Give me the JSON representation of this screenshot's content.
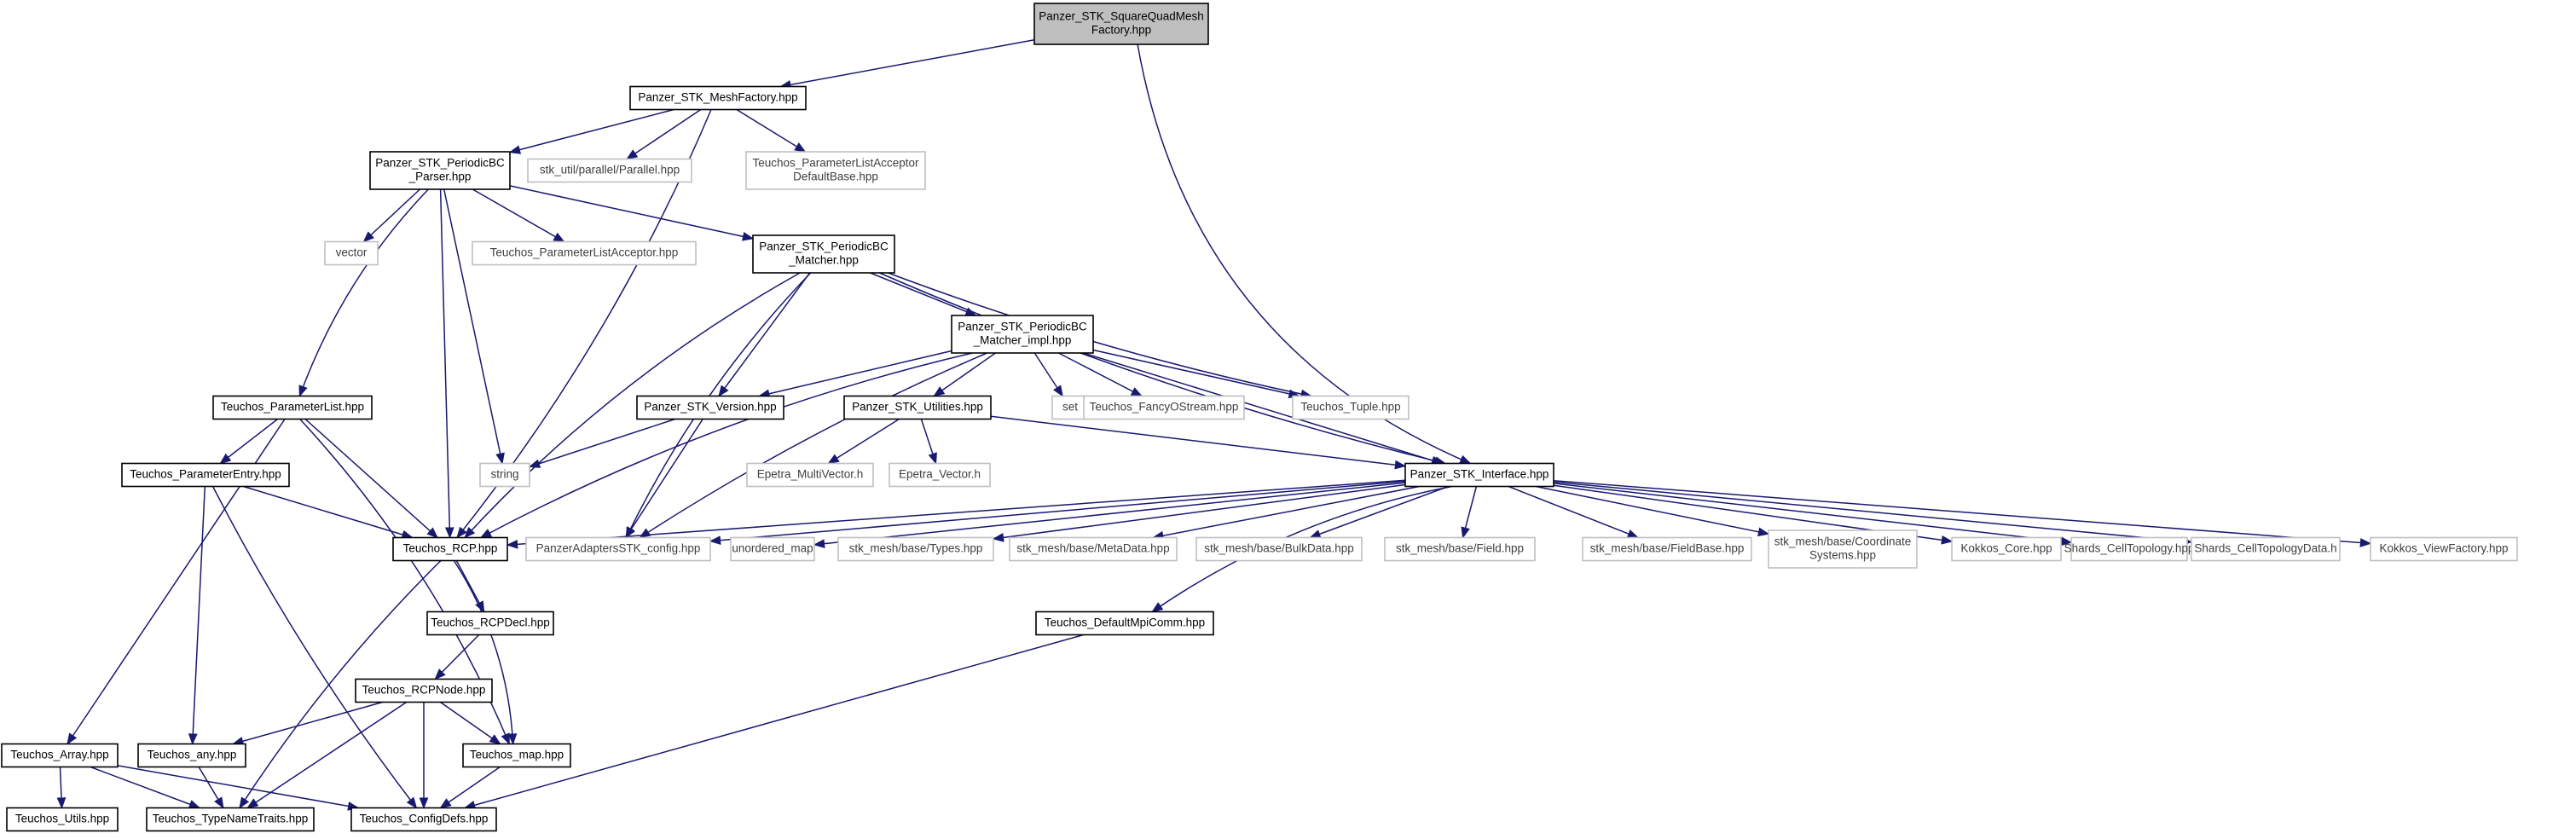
{
  "colors": {
    "edge": "#191970",
    "node_border_dark": "#000000",
    "node_border_light": "#bfbfbf",
    "root_fill": "#bfbfbf",
    "text_dark": "#000000",
    "text_light": "#404040",
    "background": "#ffffff"
  },
  "nodes": [
    {
      "id": "root",
      "lines": [
        "Panzer_STK_SquareQuadMesh",
        "Factory.hpp"
      ],
      "style": "root"
    },
    {
      "id": "meshfactory",
      "lines": [
        "Panzer_STK_MeshFactory.hpp"
      ],
      "style": "dark"
    },
    {
      "id": "periodicparser",
      "lines": [
        "Panzer_STK_PeriodicBC",
        "_Parser.hpp"
      ],
      "style": "dark"
    },
    {
      "id": "parallel",
      "lines": [
        "stk_util/parallel/Parallel.hpp"
      ],
      "style": "light"
    },
    {
      "id": "plistaccdefault",
      "lines": [
        "Teuchos_ParameterListAcceptor",
        "DefaultBase.hpp"
      ],
      "style": "light"
    },
    {
      "id": "vector",
      "lines": [
        "vector"
      ],
      "style": "light"
    },
    {
      "id": "plistacc",
      "lines": [
        "Teuchos_ParameterListAcceptor.hpp"
      ],
      "style": "light"
    },
    {
      "id": "matcher",
      "lines": [
        "Panzer_STK_PeriodicBC",
        "_Matcher.hpp"
      ],
      "style": "dark"
    },
    {
      "id": "matcherimpl",
      "lines": [
        "Panzer_STK_PeriodicBC",
        "_Matcher_impl.hpp"
      ],
      "style": "dark"
    },
    {
      "id": "plist",
      "lines": [
        "Teuchos_ParameterList.hpp"
      ],
      "style": "dark"
    },
    {
      "id": "version",
      "lines": [
        "Panzer_STK_Version.hpp"
      ],
      "style": "dark"
    },
    {
      "id": "utilities",
      "lines": [
        "Panzer_STK_Utilities.hpp"
      ],
      "style": "dark"
    },
    {
      "id": "set",
      "lines": [
        "set"
      ],
      "style": "light"
    },
    {
      "id": "fancyostream",
      "lines": [
        "Teuchos_FancyOStream.hpp"
      ],
      "style": "light"
    },
    {
      "id": "tuple",
      "lines": [
        "Teuchos_Tuple.hpp"
      ],
      "style": "light"
    },
    {
      "id": "string",
      "lines": [
        "string"
      ],
      "style": "light"
    },
    {
      "id": "epetramv",
      "lines": [
        "Epetra_MultiVector.h"
      ],
      "style": "light"
    },
    {
      "id": "epetrav",
      "lines": [
        "Epetra_Vector.h"
      ],
      "style": "light"
    },
    {
      "id": "interface",
      "lines": [
        "Panzer_STK_Interface.hpp"
      ],
      "style": "dark"
    },
    {
      "id": "pentry",
      "lines": [
        "Teuchos_ParameterEntry.hpp"
      ],
      "style": "dark"
    },
    {
      "id": "rcp",
      "lines": [
        "Teuchos_RCP.hpp"
      ],
      "style": "dark"
    },
    {
      "id": "config",
      "lines": [
        "PanzerAdaptersSTK_config.hpp"
      ],
      "style": "light"
    },
    {
      "id": "unorderedmap",
      "lines": [
        "unordered_map"
      ],
      "style": "light"
    },
    {
      "id": "types",
      "lines": [
        "stk_mesh/base/Types.hpp"
      ],
      "style": "light"
    },
    {
      "id": "metadata",
      "lines": [
        "stk_mesh/base/MetaData.hpp"
      ],
      "style": "light"
    },
    {
      "id": "bulkdata",
      "lines": [
        "stk_mesh/base/BulkData.hpp"
      ],
      "style": "light"
    },
    {
      "id": "field",
      "lines": [
        "stk_mesh/base/Field.hpp"
      ],
      "style": "light"
    },
    {
      "id": "fieldbase",
      "lines": [
        "stk_mesh/base/FieldBase.hpp"
      ],
      "style": "light"
    },
    {
      "id": "coordsys",
      "lines": [
        "stk_mesh/base/Coordinate",
        "Systems.hpp"
      ],
      "style": "light"
    },
    {
      "id": "kokkoscore",
      "lines": [
        "Kokkos_Core.hpp"
      ],
      "style": "light"
    },
    {
      "id": "celltopo",
      "lines": [
        "Shards_CellTopology.hpp"
      ],
      "style": "light"
    },
    {
      "id": "celltopodata",
      "lines": [
        "Shards_CellTopologyData.h"
      ],
      "style": "light"
    },
    {
      "id": "viewfactory",
      "lines": [
        "Kokkos_ViewFactory.hpp"
      ],
      "style": "light"
    },
    {
      "id": "rcpdecl",
      "lines": [
        "Teuchos_RCPDecl.hpp"
      ],
      "style": "dark"
    },
    {
      "id": "mpicomm",
      "lines": [
        "Teuchos_DefaultMpiComm.hpp"
      ],
      "style": "dark"
    },
    {
      "id": "rcpnode",
      "lines": [
        "Teuchos_RCPNode.hpp"
      ],
      "style": "dark"
    },
    {
      "id": "array",
      "lines": [
        "Teuchos_Array.hpp"
      ],
      "style": "dark"
    },
    {
      "id": "any",
      "lines": [
        "Teuchos_any.hpp"
      ],
      "style": "dark"
    },
    {
      "id": "map",
      "lines": [
        "Teuchos_map.hpp"
      ],
      "style": "dark"
    },
    {
      "id": "utils",
      "lines": [
        "Teuchos_Utils.hpp"
      ],
      "style": "dark"
    },
    {
      "id": "typenametraits",
      "lines": [
        "Teuchos_TypeNameTraits.hpp"
      ],
      "style": "dark"
    },
    {
      "id": "configdefs",
      "lines": [
        "Teuchos_ConfigDefs.hpp"
      ],
      "style": "dark"
    }
  ]
}
